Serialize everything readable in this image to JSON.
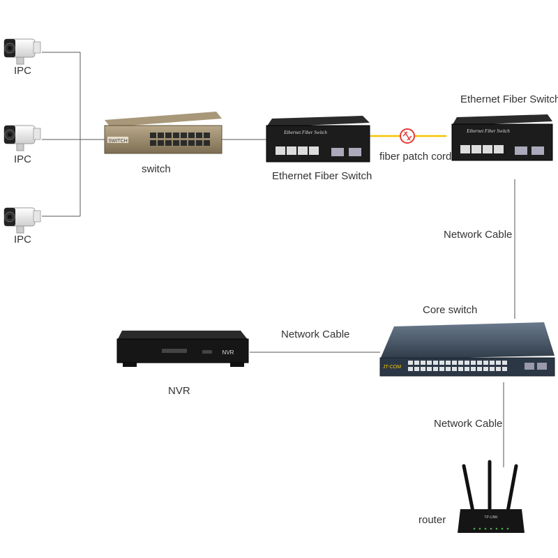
{
  "labels": {
    "ipc_1": "IPC",
    "ipc_2": "IPC",
    "ipc_3": "IPC",
    "switch": "switch",
    "fiber_switch_left": "Ethernet Fiber Switch",
    "fiber_switch_right": "Ethernet Fiber Switch",
    "fiber_patch_cord": "fiber patch cord",
    "network_cable_vertical_top": "Network Cable",
    "core_switch": "Core switch",
    "network_cable_horizontal": "Network Cable",
    "nvr": "NVR",
    "network_cable_vertical_bottom": "Network Cable",
    "router": "router"
  },
  "device_text": {
    "switch_badge": "SWITCH",
    "fiber_switch_header": "Ethernet Fiber Switch",
    "core_switch_brand": "JT-COM",
    "nvr_badge": "NVR",
    "router_brand": "TP-LINK"
  },
  "colors": {
    "line": "#555555",
    "fiber": "#f5c400",
    "fiber_icon": "#e53935",
    "device_dark": "#1c1c1c",
    "core_switch_body": "#3d4b5c"
  },
  "icons": {
    "camera": "bullet-camera-icon",
    "fiber_break": "fiber-connector-icon"
  }
}
